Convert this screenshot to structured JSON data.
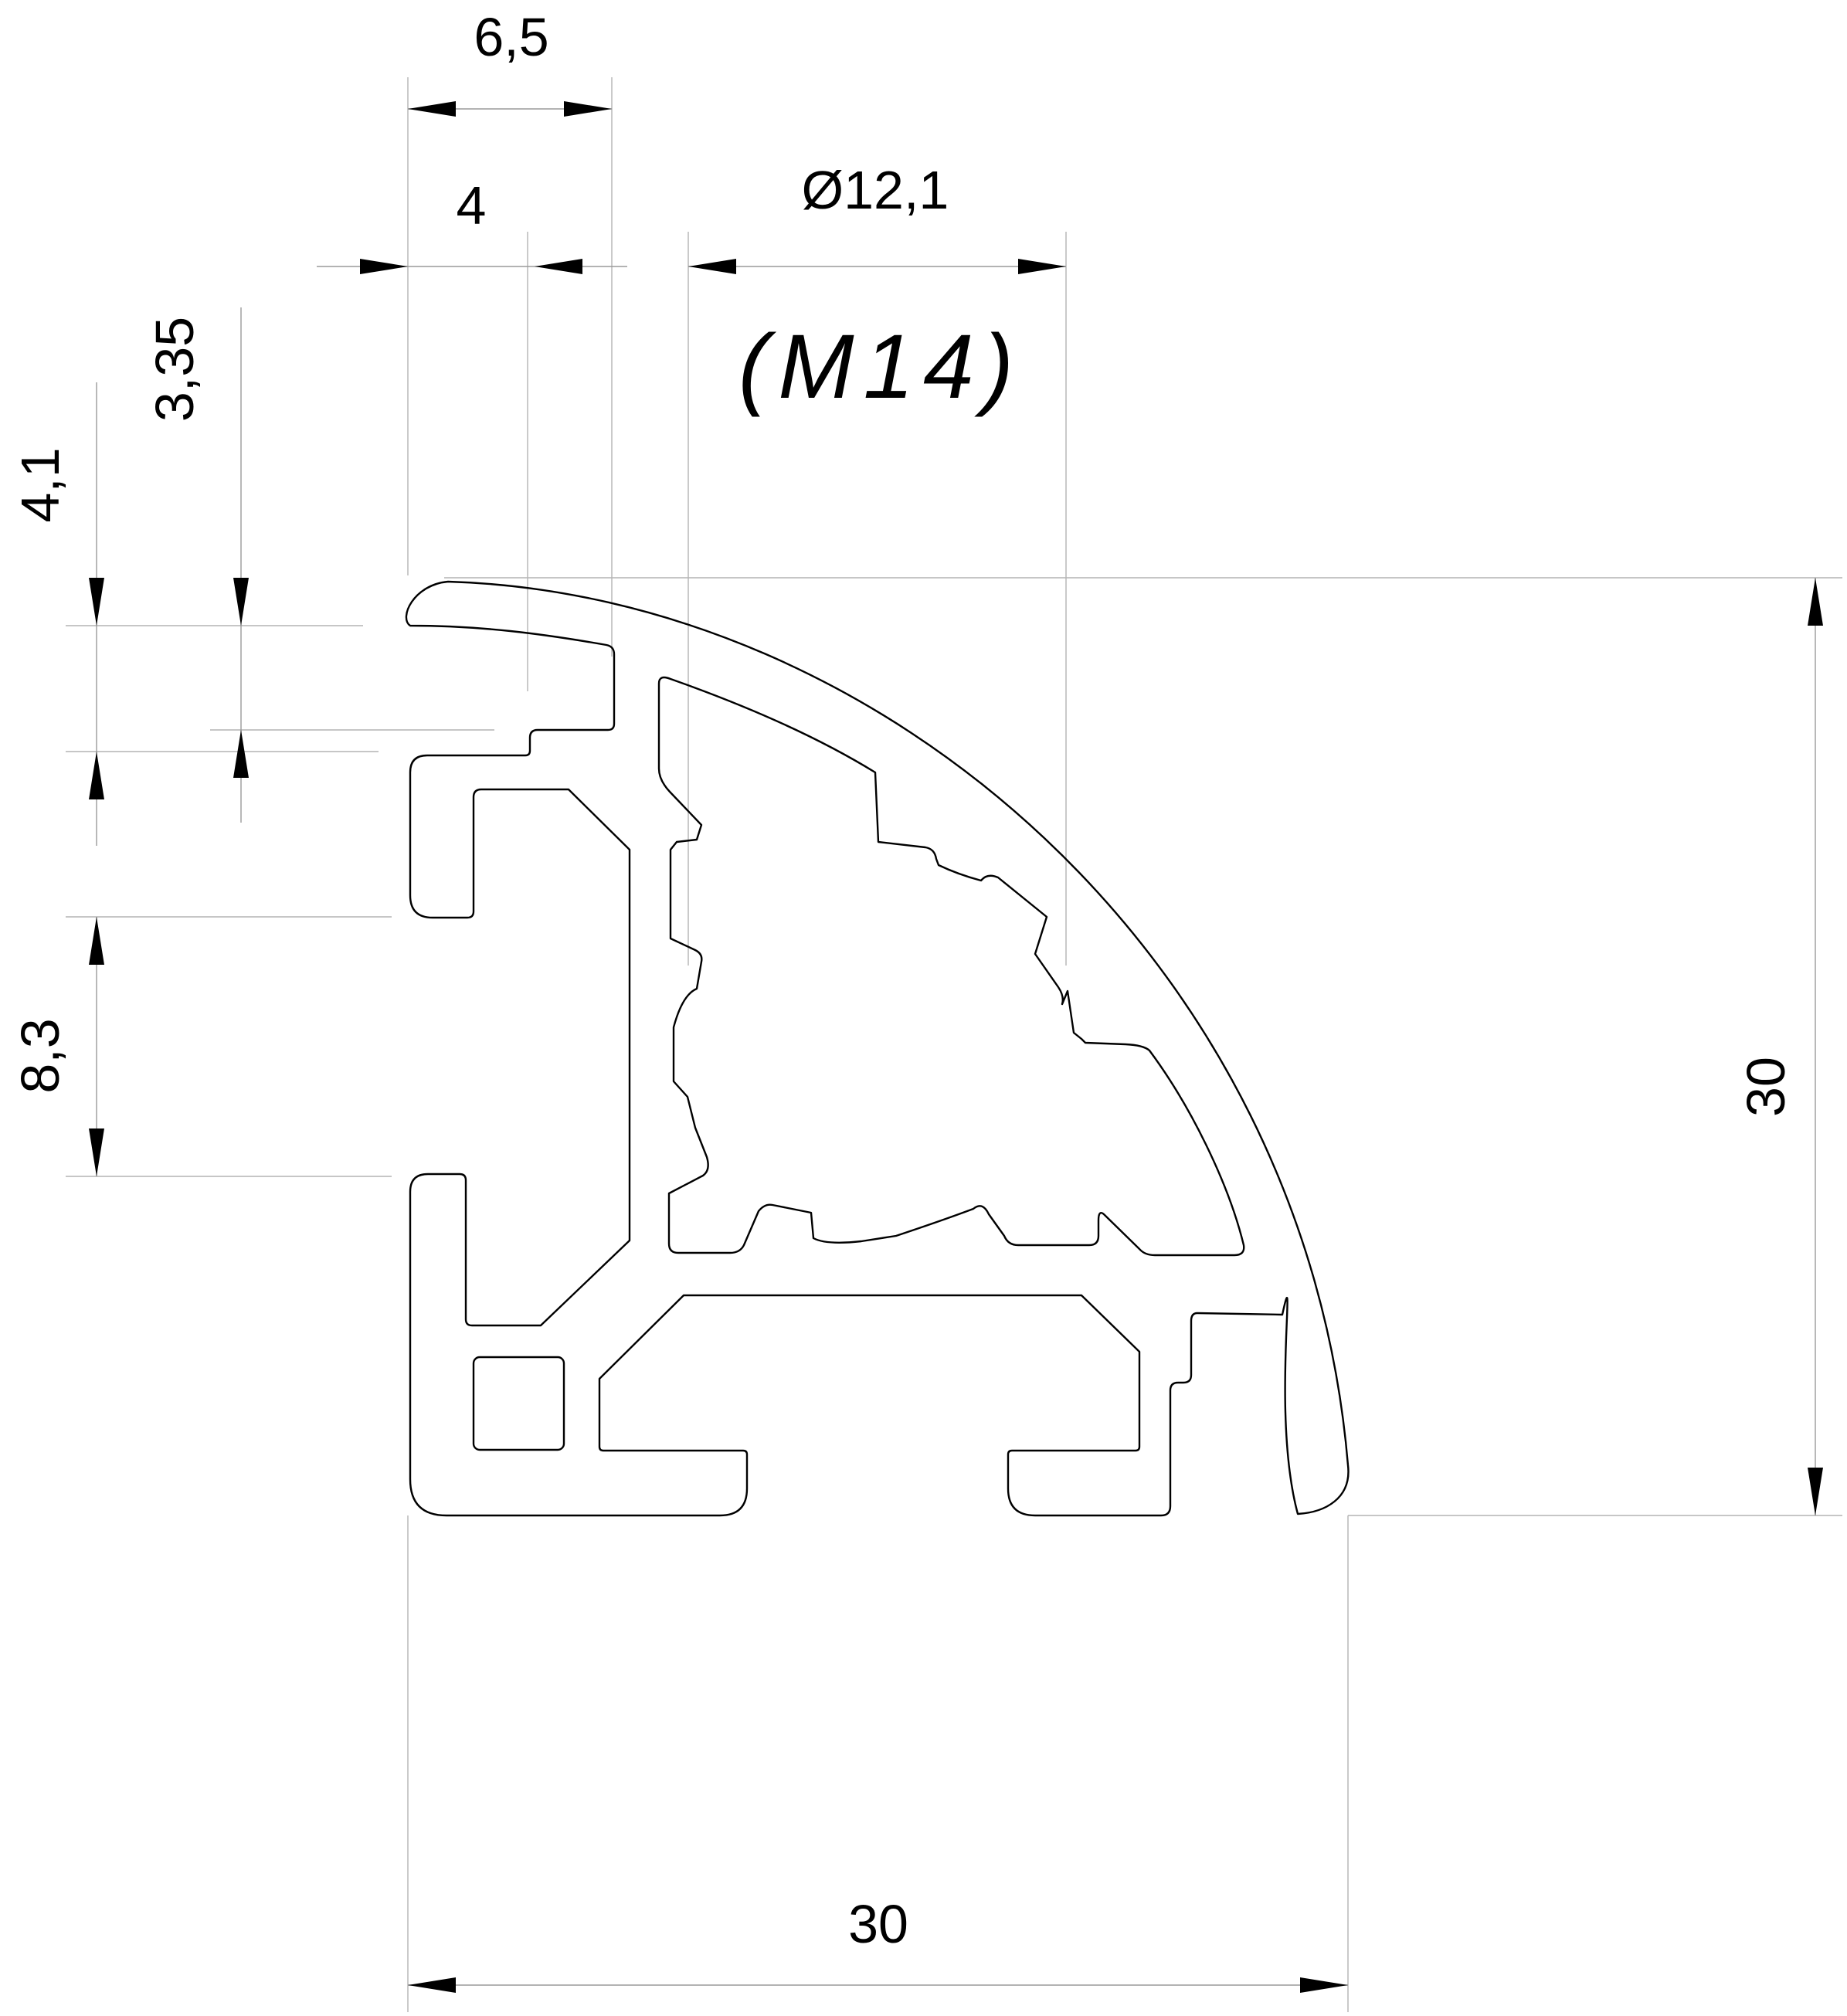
{
  "drawing": {
    "dimensions": {
      "slot_outer_width": "6,5",
      "slot_inner_width": "4",
      "core_bore": "Ø12,1",
      "thread": "(M14)",
      "lip_depth": "4,1",
      "lip_thickness": "3,35",
      "slot_opening": "8,3",
      "height": "30",
      "width": "30"
    }
  }
}
